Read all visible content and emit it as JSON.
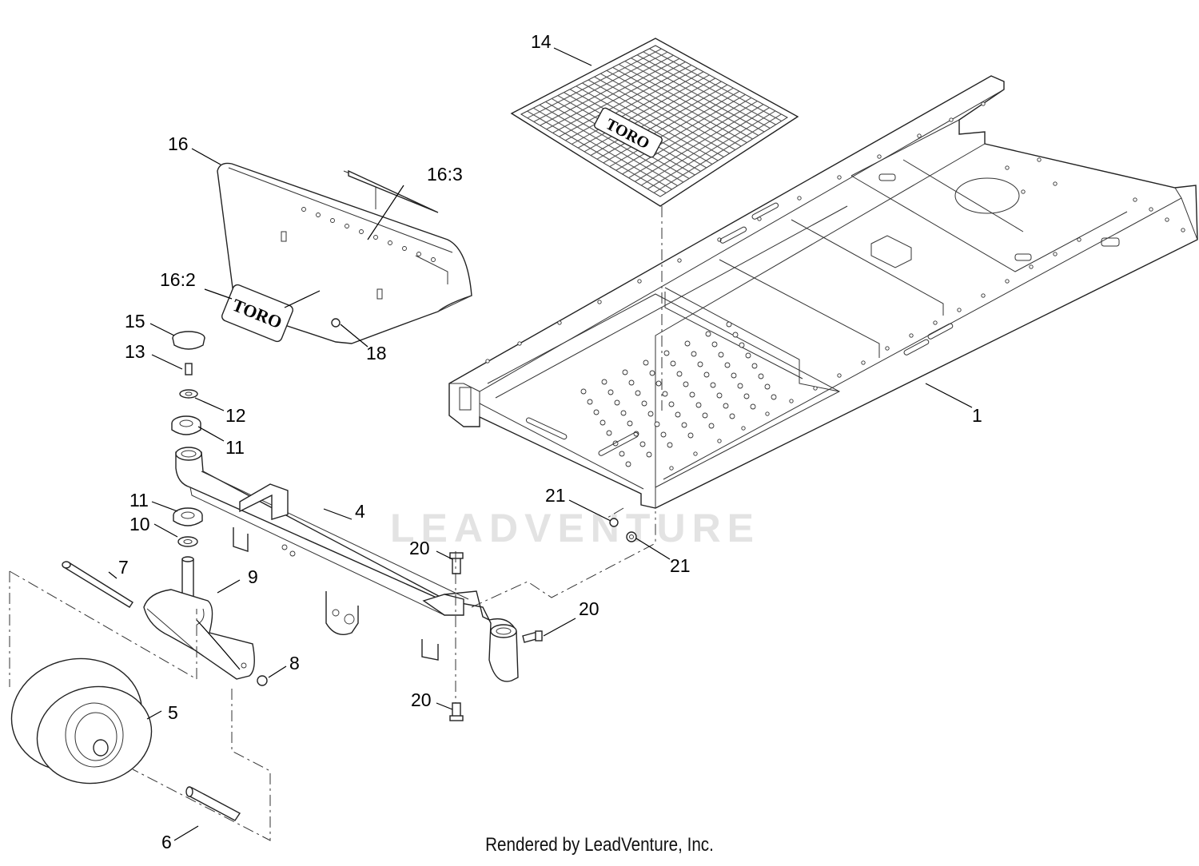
{
  "diagram": {
    "callouts": [
      "1",
      "4",
      "5",
      "6",
      "7",
      "8",
      "9",
      "10",
      "11",
      "11",
      "12",
      "13",
      "14",
      "15",
      "16",
      "16:2",
      "16:3",
      "18",
      "20",
      "20",
      "20",
      "21",
      "21"
    ],
    "brand_labels": [
      "TORO",
      "TORO"
    ],
    "watermark": "LEADVENTURE",
    "colors": {
      "line": "#222222",
      "watermark": "#e3e3e3",
      "background": "#ffffff"
    }
  },
  "footer": {
    "text": "Rendered by LeadVenture, Inc."
  }
}
